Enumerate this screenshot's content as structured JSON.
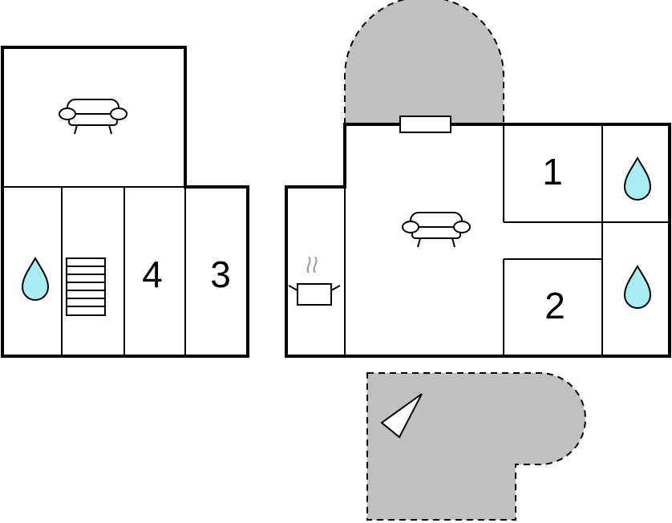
{
  "floorplan": {
    "rooms": {
      "left_room_4": "4",
      "left_room_3": "3",
      "right_room_1": "1",
      "right_room_2": "2"
    },
    "colors": {
      "terrace": "#c0c0c0",
      "water_drop": "#a9ecf2",
      "wall": "#000000"
    },
    "icons": [
      "sofa-icon",
      "water-drop-icon",
      "stairs-icon",
      "cooking-pot-icon",
      "compass-north-arrow-icon"
    ]
  }
}
